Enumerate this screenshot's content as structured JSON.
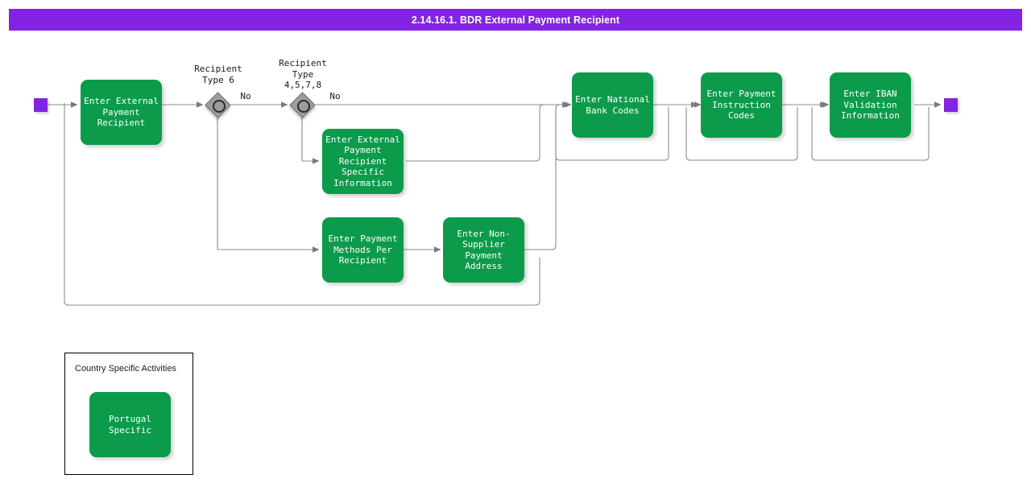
{
  "header": {
    "title": "2.14.16.1. BDR External Payment Recipient",
    "bar_color": "#8224e3",
    "text_color": "#ffffff"
  },
  "palette": {
    "task_fill": "#0b9b4b",
    "task_text": "#ffffff",
    "event_fill": "#8224e3",
    "gateway_fill": "#9d9d9d",
    "connector": "#808080",
    "legend_border": "#000000"
  },
  "events": [
    {
      "name": "start-event",
      "label": ""
    },
    {
      "name": "end-event",
      "label": ""
    }
  ],
  "gateways": [
    {
      "id": "gw1",
      "label": "Recipient\nType 6",
      "branch_label": "No"
    },
    {
      "id": "gw2",
      "label": "Recipient\nType\n4,5,7,8",
      "branch_label": "No"
    }
  ],
  "tasks": [
    {
      "id": "t1",
      "label": "Enter External\nPayment\nRecipient"
    },
    {
      "id": "t2",
      "label": "Enter External\nPayment\nRecipient\nSpecific\nInformation"
    },
    {
      "id": "t3",
      "label": "Enter Payment\nMethods Per\nRecipient"
    },
    {
      "id": "t4",
      "label": "Enter Non-\nSupplier\nPayment\nAddress"
    },
    {
      "id": "t5",
      "label": "Enter National\nBank Codes"
    },
    {
      "id": "t6",
      "label": "Enter Payment\nInstruction\nCodes"
    },
    {
      "id": "t7",
      "label": "Enter IBAN\nValidation\nInformation"
    }
  ],
  "legend": {
    "title": "Country Specific Activities",
    "item_label": "Portugal Specific"
  }
}
